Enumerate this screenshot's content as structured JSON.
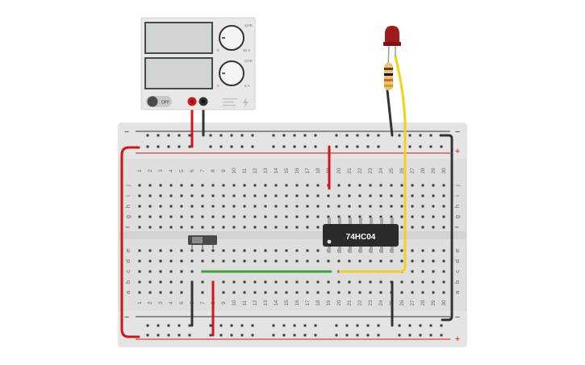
{
  "canvas": {
    "background": "#ffffff"
  },
  "power_supply": {
    "switch_label": "OFF",
    "voltage_unit_top": "◎VE",
    "voltage_min": "0",
    "voltage_max": "30 V",
    "current_unit_top": "◎CE",
    "current_min": "0",
    "current_max": "5 A",
    "lightning_icon": "lightning-icon",
    "body_color": "#e8e8e8",
    "display_color": "#cfd3d4",
    "positive_terminal_color": "#d0161d",
    "negative_terminal_color": "#333333"
  },
  "breadboard": {
    "column_numbers": [
      "1",
      "2",
      "3",
      "4",
      "5",
      "6",
      "7",
      "8",
      "9",
      "10",
      "11",
      "12",
      "13",
      "14",
      "15",
      "16",
      "17",
      "18",
      "19",
      "20",
      "21",
      "22",
      "23",
      "24",
      "25",
      "26",
      "27",
      "28",
      "29",
      "30"
    ],
    "top_row_letters": [
      "j",
      "i",
      "h",
      "g",
      "f"
    ],
    "bottom_row_letters": [
      "e",
      "d",
      "c",
      "b",
      "a"
    ],
    "rail_minus": "−",
    "rail_plus": "+",
    "body_color": "#dedede",
    "hole_color": "#3b3b3b",
    "red_rail_color": "#d0161d",
    "black_rail_color": "#333333"
  },
  "chip": {
    "label": "74HC04",
    "color": "#2b2b2b"
  },
  "switch": {
    "name": "slide switch",
    "color": "#4a4a4a"
  },
  "led": {
    "color": "#9e1b1b"
  },
  "resistor": {
    "body_color": "#e6c27a",
    "bands": [
      "#6a3d12",
      "#111111",
      "#d2691e",
      "#c9a227"
    ]
  },
  "wires": {
    "red": "#d0161d",
    "black": "#333333",
    "green": "#3aa52e",
    "yellow": "#f2d21a"
  }
}
